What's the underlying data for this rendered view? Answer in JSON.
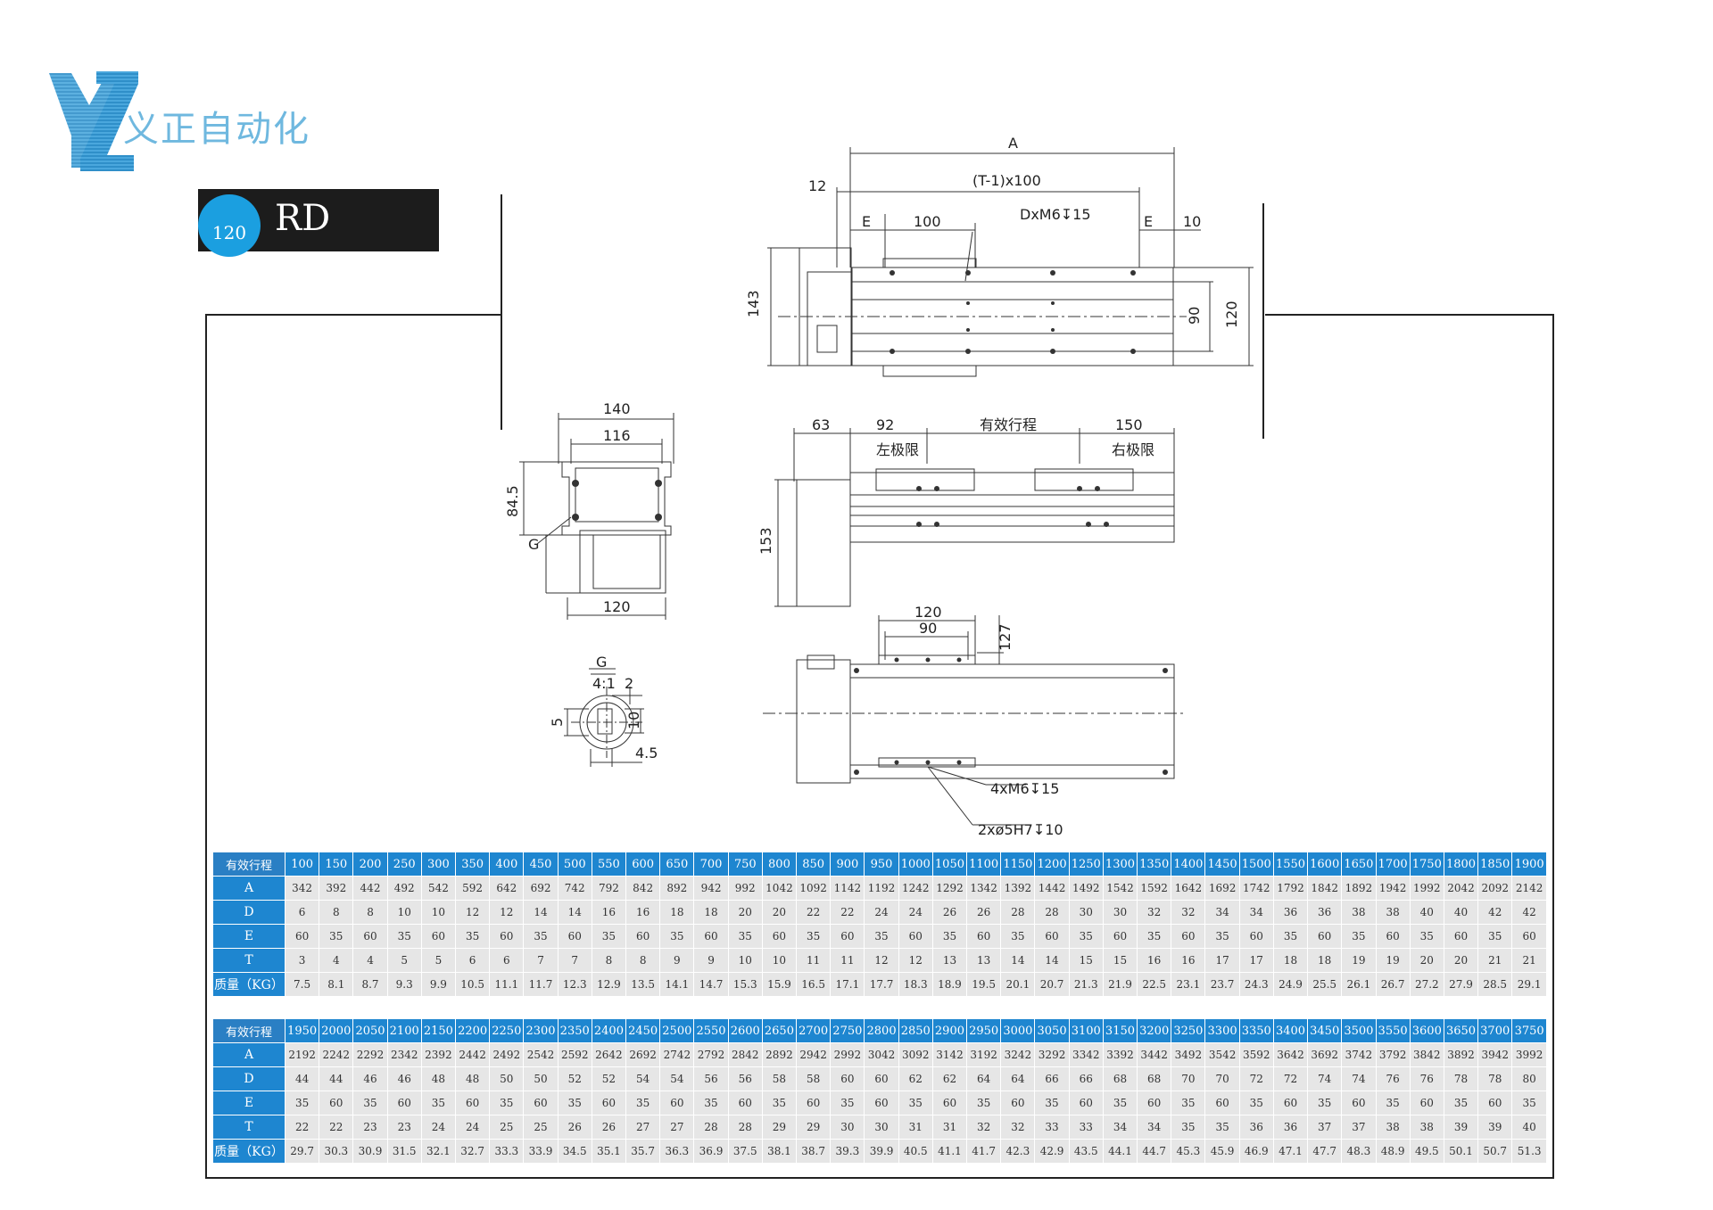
{
  "brand": {
    "name": "义正自动化"
  },
  "model": {
    "badge": "120",
    "name": "RD"
  },
  "drawing": {
    "top_view": {
      "A": "A",
      "pitch": "(T-1)x100",
      "left_offset": "12",
      "E_left": "E",
      "hole_spacing": "100",
      "thread": "DxM6↧15",
      "E_right": "E",
      "right_offset": "10",
      "height_143": "143",
      "height_90": "90",
      "height_120": "120"
    },
    "end_view": {
      "width_140": "140",
      "width_116": "116",
      "height_84_5": "84.5",
      "detail_G": "G",
      "width_120": "120"
    },
    "side_view": {
      "d63": "63",
      "d92": "92",
      "stroke": "有效行程",
      "d150": "150",
      "left_limit": "左极限",
      "right_limit": "右极限",
      "height_153": "153"
    },
    "bottom_view": {
      "d120": "120",
      "d90": "90",
      "d127": "127",
      "thread": "4xM6↧15",
      "pin": "2xø5H7↧10"
    },
    "detail": {
      "label": "G",
      "scale": "4:1",
      "d2": "2",
      "d5": "5",
      "d10": "10",
      "d4_5": "4.5"
    }
  },
  "table1": {
    "labels": [
      "有效行程",
      "A",
      "D",
      "E",
      "T",
      "质量（KG）"
    ],
    "stroke": [
      "100",
      "150",
      "200",
      "250",
      "300",
      "350",
      "400",
      "450",
      "500",
      "550",
      "600",
      "650",
      "700",
      "750",
      "800",
      "850",
      "900",
      "950",
      "1000",
      "1050",
      "1100",
      "1150",
      "1200",
      "1250",
      "1300",
      "1350",
      "1400",
      "1450",
      "1500",
      "1550",
      "1600",
      "1650",
      "1700",
      "1750",
      "1800",
      "1850",
      "1900"
    ],
    "A": [
      "342",
      "392",
      "442",
      "492",
      "542",
      "592",
      "642",
      "692",
      "742",
      "792",
      "842",
      "892",
      "942",
      "992",
      "1042",
      "1092",
      "1142",
      "1192",
      "1242",
      "1292",
      "1342",
      "1392",
      "1442",
      "1492",
      "1542",
      "1592",
      "1642",
      "1692",
      "1742",
      "1792",
      "1842",
      "1892",
      "1942",
      "1992",
      "2042",
      "2092",
      "2142"
    ],
    "D": [
      "6",
      "8",
      "8",
      "10",
      "10",
      "12",
      "12",
      "14",
      "14",
      "16",
      "16",
      "18",
      "18",
      "20",
      "20",
      "22",
      "22",
      "24",
      "24",
      "26",
      "26",
      "28",
      "28",
      "30",
      "30",
      "32",
      "32",
      "34",
      "34",
      "36",
      "36",
      "38",
      "38",
      "40",
      "40",
      "42",
      "42"
    ],
    "E": [
      "60",
      "35",
      "60",
      "35",
      "60",
      "35",
      "60",
      "35",
      "60",
      "35",
      "60",
      "35",
      "60",
      "35",
      "60",
      "35",
      "60",
      "35",
      "60",
      "35",
      "60",
      "35",
      "60",
      "35",
      "60",
      "35",
      "60",
      "35",
      "60",
      "35",
      "60",
      "35",
      "60",
      "35",
      "60",
      "35",
      "60"
    ],
    "T": [
      "3",
      "4",
      "4",
      "5",
      "5",
      "6",
      "6",
      "7",
      "7",
      "8",
      "8",
      "9",
      "9",
      "10",
      "10",
      "11",
      "11",
      "12",
      "12",
      "13",
      "13",
      "14",
      "14",
      "15",
      "15",
      "16",
      "16",
      "17",
      "17",
      "18",
      "18",
      "19",
      "19",
      "20",
      "20",
      "21",
      "21"
    ],
    "mass": [
      "7.5",
      "8.1",
      "8.7",
      "9.3",
      "9.9",
      "10.5",
      "11.1",
      "11.7",
      "12.3",
      "12.9",
      "13.5",
      "14.1",
      "14.7",
      "15.3",
      "15.9",
      "16.5",
      "17.1",
      "17.7",
      "18.3",
      "18.9",
      "19.5",
      "20.1",
      "20.7",
      "21.3",
      "21.9",
      "22.5",
      "23.1",
      "23.7",
      "24.3",
      "24.9",
      "25.5",
      "26.1",
      "26.7",
      "27.2",
      "27.9",
      "28.5",
      "29.1"
    ]
  },
  "table2": {
    "labels": [
      "有效行程",
      "A",
      "D",
      "E",
      "T",
      "质量（KG）"
    ],
    "stroke": [
      "1950",
      "2000",
      "2050",
      "2100",
      "2150",
      "2200",
      "2250",
      "2300",
      "2350",
      "2400",
      "2450",
      "2500",
      "2550",
      "2600",
      "2650",
      "2700",
      "2750",
      "2800",
      "2850",
      "2900",
      "2950",
      "3000",
      "3050",
      "3100",
      "3150",
      "3200",
      "3250",
      "3300",
      "3350",
      "3400",
      "3450",
      "3500",
      "3550",
      "3600",
      "3650",
      "3700",
      "3750"
    ],
    "A": [
      "2192",
      "2242",
      "2292",
      "2342",
      "2392",
      "2442",
      "2492",
      "2542",
      "2592",
      "2642",
      "2692",
      "2742",
      "2792",
      "2842",
      "2892",
      "2942",
      "2992",
      "3042",
      "3092",
      "3142",
      "3192",
      "3242",
      "3292",
      "3342",
      "3392",
      "3442",
      "3492",
      "3542",
      "3592",
      "3642",
      "3692",
      "3742",
      "3792",
      "3842",
      "3892",
      "3942",
      "3992"
    ],
    "D": [
      "44",
      "44",
      "46",
      "46",
      "48",
      "48",
      "50",
      "50",
      "52",
      "52",
      "54",
      "54",
      "56",
      "56",
      "58",
      "58",
      "60",
      "60",
      "62",
      "62",
      "64",
      "64",
      "66",
      "66",
      "68",
      "68",
      "70",
      "70",
      "72",
      "72",
      "74",
      "74",
      "76",
      "76",
      "78",
      "78",
      "80"
    ],
    "E": [
      "35",
      "60",
      "35",
      "60",
      "35",
      "60",
      "35",
      "60",
      "35",
      "60",
      "35",
      "60",
      "35",
      "60",
      "35",
      "60",
      "35",
      "60",
      "35",
      "60",
      "35",
      "60",
      "35",
      "60",
      "35",
      "60",
      "35",
      "60",
      "35",
      "60",
      "35",
      "60",
      "35",
      "60",
      "35",
      "60",
      "35"
    ],
    "T": [
      "22",
      "22",
      "23",
      "23",
      "24",
      "24",
      "25",
      "25",
      "26",
      "26",
      "27",
      "27",
      "28",
      "28",
      "29",
      "29",
      "30",
      "30",
      "31",
      "31",
      "32",
      "32",
      "33",
      "33",
      "34",
      "34",
      "35",
      "35",
      "36",
      "36",
      "37",
      "37",
      "38",
      "38",
      "39",
      "39",
      "40"
    ],
    "mass": [
      "29.7",
      "30.3",
      "30.9",
      "31.5",
      "32.1",
      "32.7",
      "33.3",
      "33.9",
      "34.5",
      "35.1",
      "35.7",
      "36.3",
      "36.9",
      "37.5",
      "38.1",
      "38.7",
      "39.3",
      "39.9",
      "40.5",
      "41.1",
      "41.7",
      "42.3",
      "42.9",
      "43.5",
      "44.1",
      "44.7",
      "45.3",
      "45.9",
      "46.9",
      "47.1",
      "47.7",
      "48.3",
      "48.9",
      "49.5",
      "50.1",
      "50.7",
      "51.3"
    ]
  }
}
